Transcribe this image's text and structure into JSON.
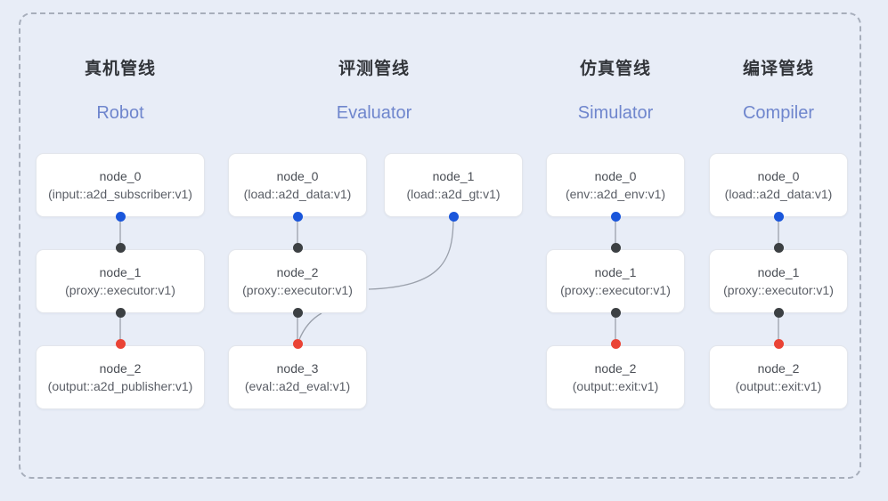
{
  "frame": {
    "background_color": "#e8edf7",
    "border_style": "dashed",
    "border_color": "#a7aebb"
  },
  "palette": {
    "accent_blue": "#1a56db",
    "subtitle_blue": "#6f86cd",
    "dot_dark": "#3c4043",
    "dot_red": "#ea4335",
    "node_bg": "#ffffff",
    "node_border": "#e3e6ec",
    "edge_color": "#9aa0ab"
  },
  "columns": [
    {
      "title": "真机管线",
      "subtitle": "Robot",
      "nodes": [
        {
          "name": "node_0",
          "spec": "(input::a2d_subscriber:v1)"
        },
        {
          "name": "node_1",
          "spec": "(proxy::executor:v1)"
        },
        {
          "name": "node_2",
          "spec": "(output::a2d_publisher:v1)"
        }
      ]
    },
    {
      "title": "评测管线",
      "subtitle": "Evaluator",
      "nodes": [
        {
          "name": "node_0",
          "spec": "(load::a2d_data:v1)"
        },
        {
          "name": "node_2",
          "spec": "(proxy::executor:v1)"
        },
        {
          "name": "node_3",
          "spec": "(eval::a2d_eval:v1)"
        },
        {
          "name": "node_1",
          "spec": "(load::a2d_gt:v1)"
        }
      ]
    },
    {
      "title": "仿真管线",
      "subtitle": "Simulator",
      "nodes": [
        {
          "name": "node_0",
          "spec": "(env::a2d_env:v1)"
        },
        {
          "name": "node_1",
          "spec": "(proxy::executor:v1)"
        },
        {
          "name": "node_2",
          "spec": "(output::exit:v1)"
        }
      ]
    },
    {
      "title": "编译管线",
      "subtitle": "Compiler",
      "nodes": [
        {
          "name": "node_0",
          "spec": "(load::a2d_data:v1)"
        },
        {
          "name": "node_1",
          "spec": "(proxy::executor:v1)"
        },
        {
          "name": "node_2",
          "spec": "(output::exit:v1)"
        }
      ]
    }
  ]
}
